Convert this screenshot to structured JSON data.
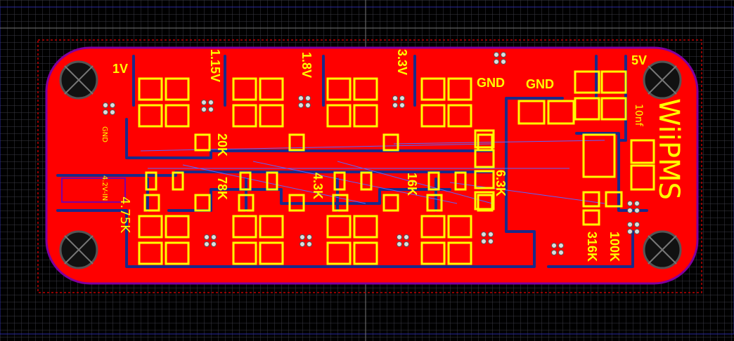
{
  "board": {
    "name": "WiiPMS",
    "colors": {
      "background": "#000000",
      "grid": "#3a3a44",
      "copper": "#ff0000",
      "silkscreen": "#ffff00",
      "trace": "#1a2a8a",
      "outline": "#8000a0",
      "keepout": "#c00000"
    }
  },
  "labels": {
    "v1": "1V",
    "v115": "1.15V",
    "v18": "1.8V",
    "v33": "3.3V",
    "v5": "5V",
    "gnd1": "GND",
    "gnd2": "GND",
    "gnd_small": "GND",
    "in": "4.2V-IN",
    "r475": "4.75K",
    "r20k": "20K",
    "r78k": "78K",
    "r43k": "4.3K",
    "r16k": "16K",
    "r63k": "6.3K",
    "r316k": "316K",
    "r100k": "100K",
    "c10nf": "10nf",
    "title": "WiiPMS"
  }
}
